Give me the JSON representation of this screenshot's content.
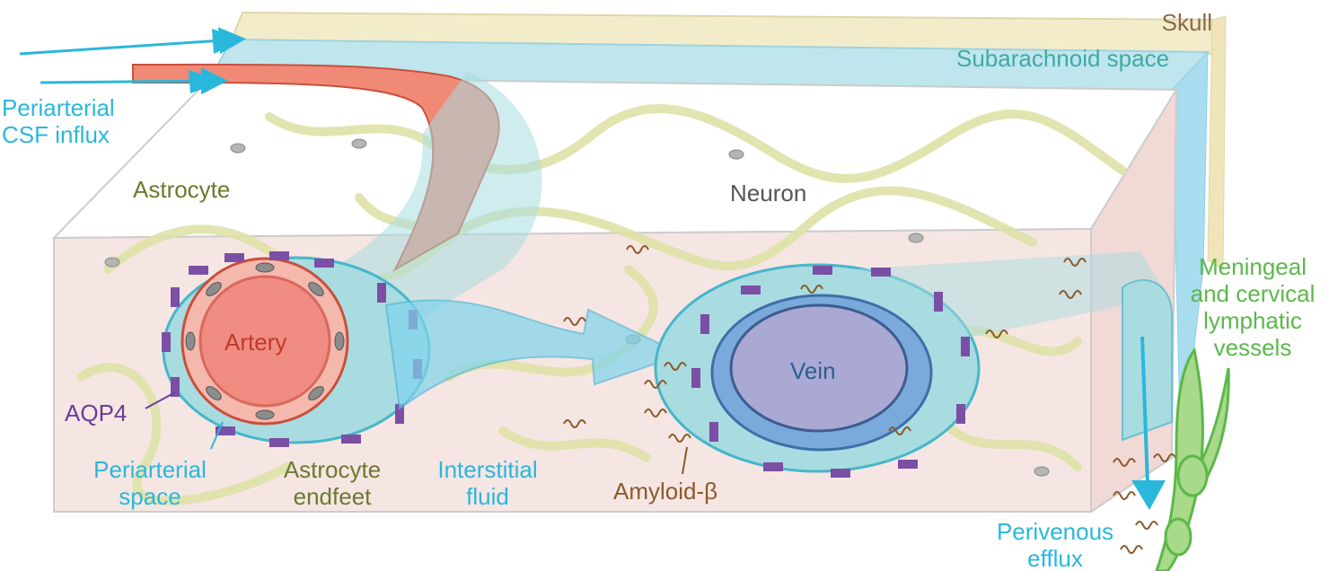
{
  "labels": {
    "skull": "Skull",
    "subarachnoid": "Subarachnoid space",
    "csf_influx_1": "Periarterial",
    "csf_influx_2": "CSF influx",
    "astrocyte": "Astrocyte",
    "neuron": "Neuron",
    "artery": "Artery",
    "vein": "Vein",
    "aqp4": "AQP4",
    "periarterial_space_1": "Periarterial",
    "periarterial_space_2": "space",
    "endfeet_1": "Astrocyte",
    "endfeet_2": "endfeet",
    "interstitial_1": "Interstitial",
    "interstitial_2": "fluid",
    "amyloid": "Amyloid-β",
    "meningeal_1": "Meningeal",
    "meningeal_2": "and cervical",
    "meningeal_3": "lymphatic",
    "meningeal_4": "vessels",
    "efflux_1": "Perivenous",
    "efflux_2": "efflux"
  },
  "colors": {
    "csf": "#2ab7dc",
    "subarachnoid_text": "#3fa9a8",
    "skull_text": "#8b6a4a",
    "astrocyte_text": "#6b7a2e",
    "neuron_text": "#555555",
    "artery_text": "#c0392b",
    "vein_text": "#2e5f8f",
    "aqp4": "#6a3d9a",
    "amyloid": "#8b5a2b",
    "lymphatic": "#5cb84a"
  }
}
